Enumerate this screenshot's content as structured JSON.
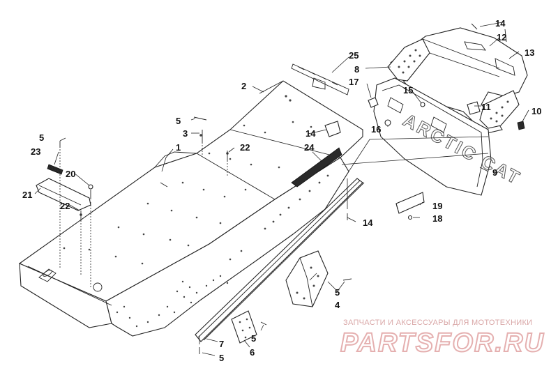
{
  "callouts": [
    {
      "id": "c1",
      "text": "1"
    },
    {
      "id": "c2",
      "text": "2"
    },
    {
      "id": "c3",
      "text": "3"
    },
    {
      "id": "c4",
      "text": "4"
    },
    {
      "id": "c5a",
      "text": "5"
    },
    {
      "id": "c5b",
      "text": "5"
    },
    {
      "id": "c5c",
      "text": "5"
    },
    {
      "id": "c5d",
      "text": "5"
    },
    {
      "id": "c5e",
      "text": "5"
    },
    {
      "id": "c6",
      "text": "6"
    },
    {
      "id": "c7",
      "text": "7"
    },
    {
      "id": "c8",
      "text": "8"
    },
    {
      "id": "c9",
      "text": "9"
    },
    {
      "id": "c10",
      "text": "10"
    },
    {
      "id": "c11",
      "text": "11"
    },
    {
      "id": "c12",
      "text": "12"
    },
    {
      "id": "c13",
      "text": "13"
    },
    {
      "id": "c14a",
      "text": "14"
    },
    {
      "id": "c14b",
      "text": "14"
    },
    {
      "id": "c14c",
      "text": "14"
    },
    {
      "id": "c15",
      "text": "15"
    },
    {
      "id": "c16",
      "text": "16"
    },
    {
      "id": "c17",
      "text": "17"
    },
    {
      "id": "c18",
      "text": "18"
    },
    {
      "id": "c19",
      "text": "19"
    },
    {
      "id": "c20",
      "text": "20"
    },
    {
      "id": "c21",
      "text": "21"
    },
    {
      "id": "c22a",
      "text": "22"
    },
    {
      "id": "c22b",
      "text": "22"
    },
    {
      "id": "c23",
      "text": "23"
    },
    {
      "id": "c24",
      "text": "24"
    },
    {
      "id": "c25",
      "text": "25"
    }
  ],
  "flap_emboss": "ARCTIC CAT",
  "watermark": {
    "tagline": "ЗАПЧАСТИ И АКСЕССУАРЫ ДЛЯ МОТОТЕХНИКИ",
    "brand": "PARTSFOR.RU"
  }
}
